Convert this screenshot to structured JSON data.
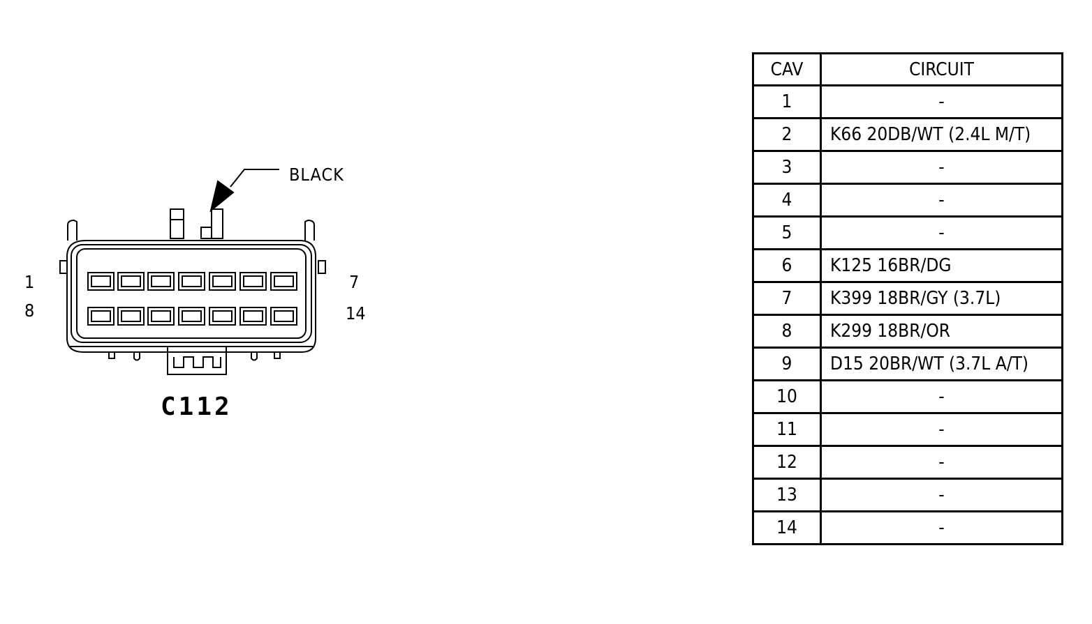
{
  "connector": {
    "id": "C112",
    "color": "BLACK",
    "pin_labels": {
      "top_left": "1",
      "bottom_left": "8",
      "top_right": "7",
      "bottom_right": "14"
    }
  },
  "table": {
    "headers": {
      "cav": "CAV",
      "circuit": "CIRCUIT"
    },
    "rows": [
      {
        "cav": "1",
        "circuit": "-"
      },
      {
        "cav": "2",
        "circuit": "K66 20DB/WT (2.4L M/T)"
      },
      {
        "cav": "3",
        "circuit": "-"
      },
      {
        "cav": "4",
        "circuit": "-"
      },
      {
        "cav": "5",
        "circuit": "-"
      },
      {
        "cav": "6",
        "circuit": "K125 16BR/DG"
      },
      {
        "cav": "7",
        "circuit": "K399 18BR/GY (3.7L)"
      },
      {
        "cav": "8",
        "circuit": "K299 18BR/OR"
      },
      {
        "cav": "9",
        "circuit": "D15 20BR/WT (3.7L A/T)"
      },
      {
        "cav": "10",
        "circuit": "-"
      },
      {
        "cav": "11",
        "circuit": "-"
      },
      {
        "cav": "12",
        "circuit": "-"
      },
      {
        "cav": "13",
        "circuit": "-"
      },
      {
        "cav": "14",
        "circuit": "-"
      }
    ]
  }
}
